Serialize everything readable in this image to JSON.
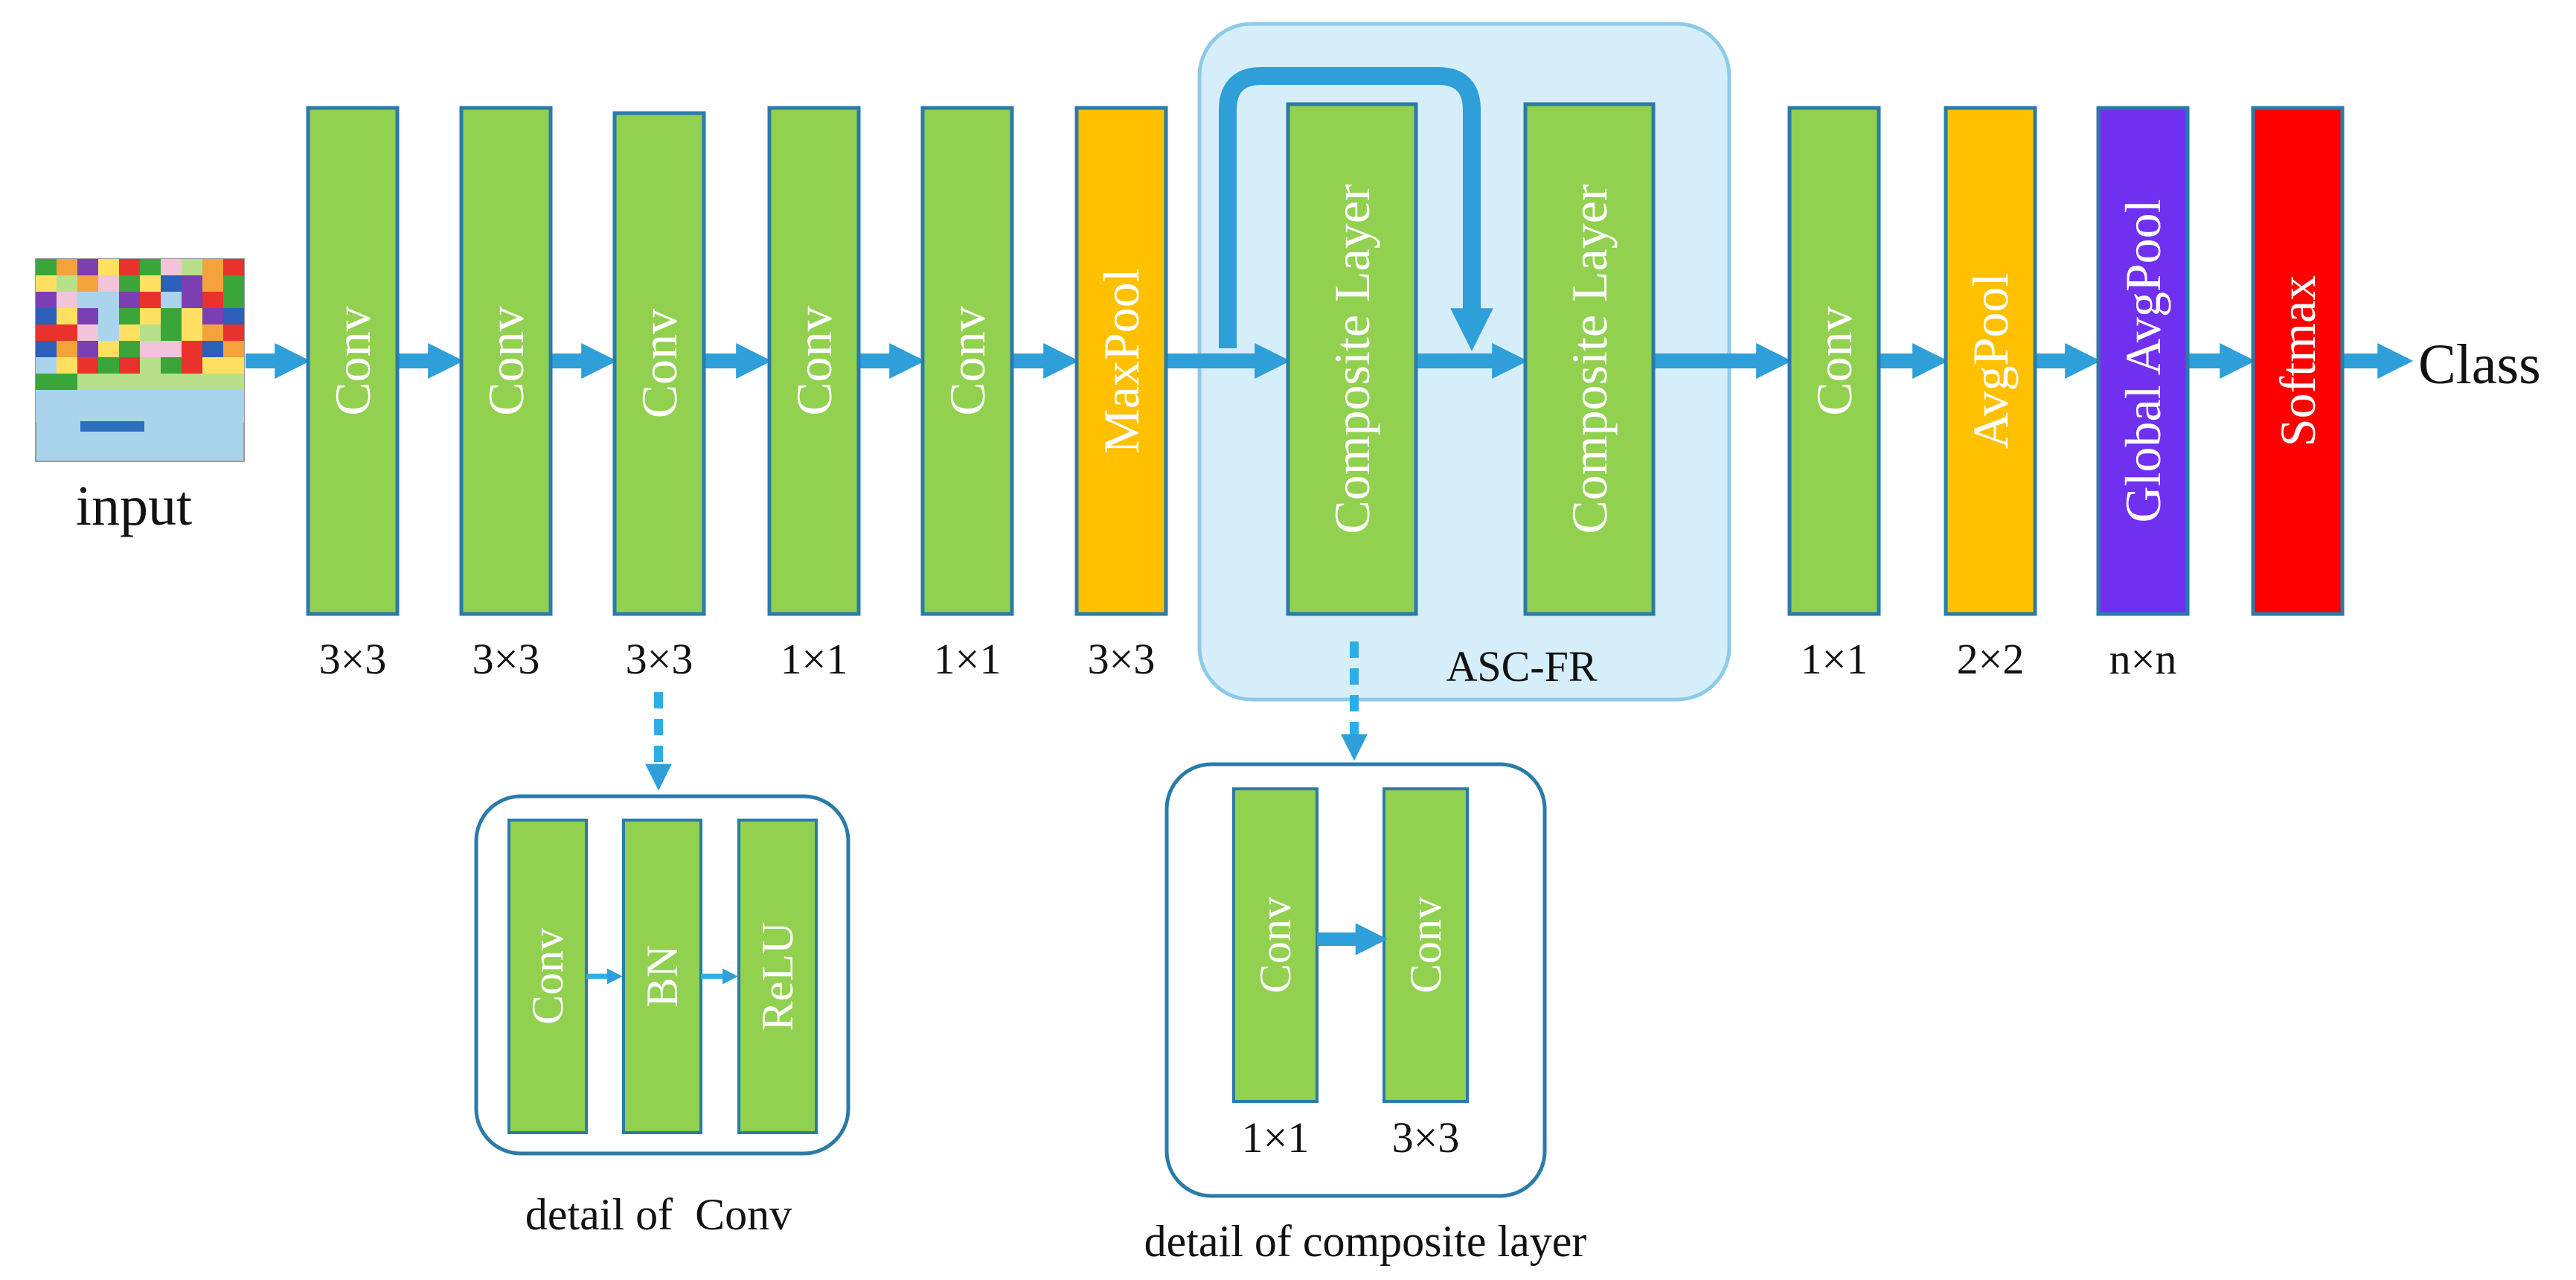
{
  "input_label": "input",
  "output_label": "Class",
  "colors": {
    "conv": "#92d050",
    "pool": "#ffc000",
    "global_pool": "#7030f0",
    "softmax": "#ff0000",
    "arrow": "#2e9fd8",
    "box_border": "#2a7ba8",
    "group_fill": "#d6eef9",
    "group_border": "#8ccbe8"
  },
  "main_blocks": [
    {
      "label": "Conv",
      "kernel": "3×3",
      "kind": "conv"
    },
    {
      "label": "Conv",
      "kernel": "3×3",
      "kind": "conv"
    },
    {
      "label": "Conv",
      "kernel": "3×3",
      "kind": "conv"
    },
    {
      "label": "Conv",
      "kernel": "1×1",
      "kind": "conv"
    },
    {
      "label": "Conv",
      "kernel": "1×1",
      "kind": "conv"
    },
    {
      "label": "MaxPool",
      "kernel": "3×3",
      "kind": "pool"
    },
    {
      "label": "Composite Layer",
      "kernel": "",
      "kind": "conv"
    },
    {
      "label": "Composite Layer",
      "kernel": "",
      "kind": "conv"
    },
    {
      "label": "Conv",
      "kernel": "1×1",
      "kind": "conv"
    },
    {
      "label": "AvgPool",
      "kernel": "2×2",
      "kind": "pool"
    },
    {
      "label": "Global AvgPool",
      "kernel": "n×n",
      "kind": "global_pool"
    },
    {
      "label": "Softmax",
      "kernel": "",
      "kind": "softmax"
    }
  ],
  "group": {
    "label": "ASC-FR"
  },
  "conv_detail": {
    "caption": "detail of  Conv",
    "blocks": [
      "Conv",
      "BN",
      "ReLU"
    ]
  },
  "composite_detail": {
    "caption": "detail of composite layer",
    "blocks": [
      {
        "label": "Conv",
        "kernel": "1×1"
      },
      {
        "label": "Conv",
        "kernel": "3×3"
      }
    ]
  }
}
